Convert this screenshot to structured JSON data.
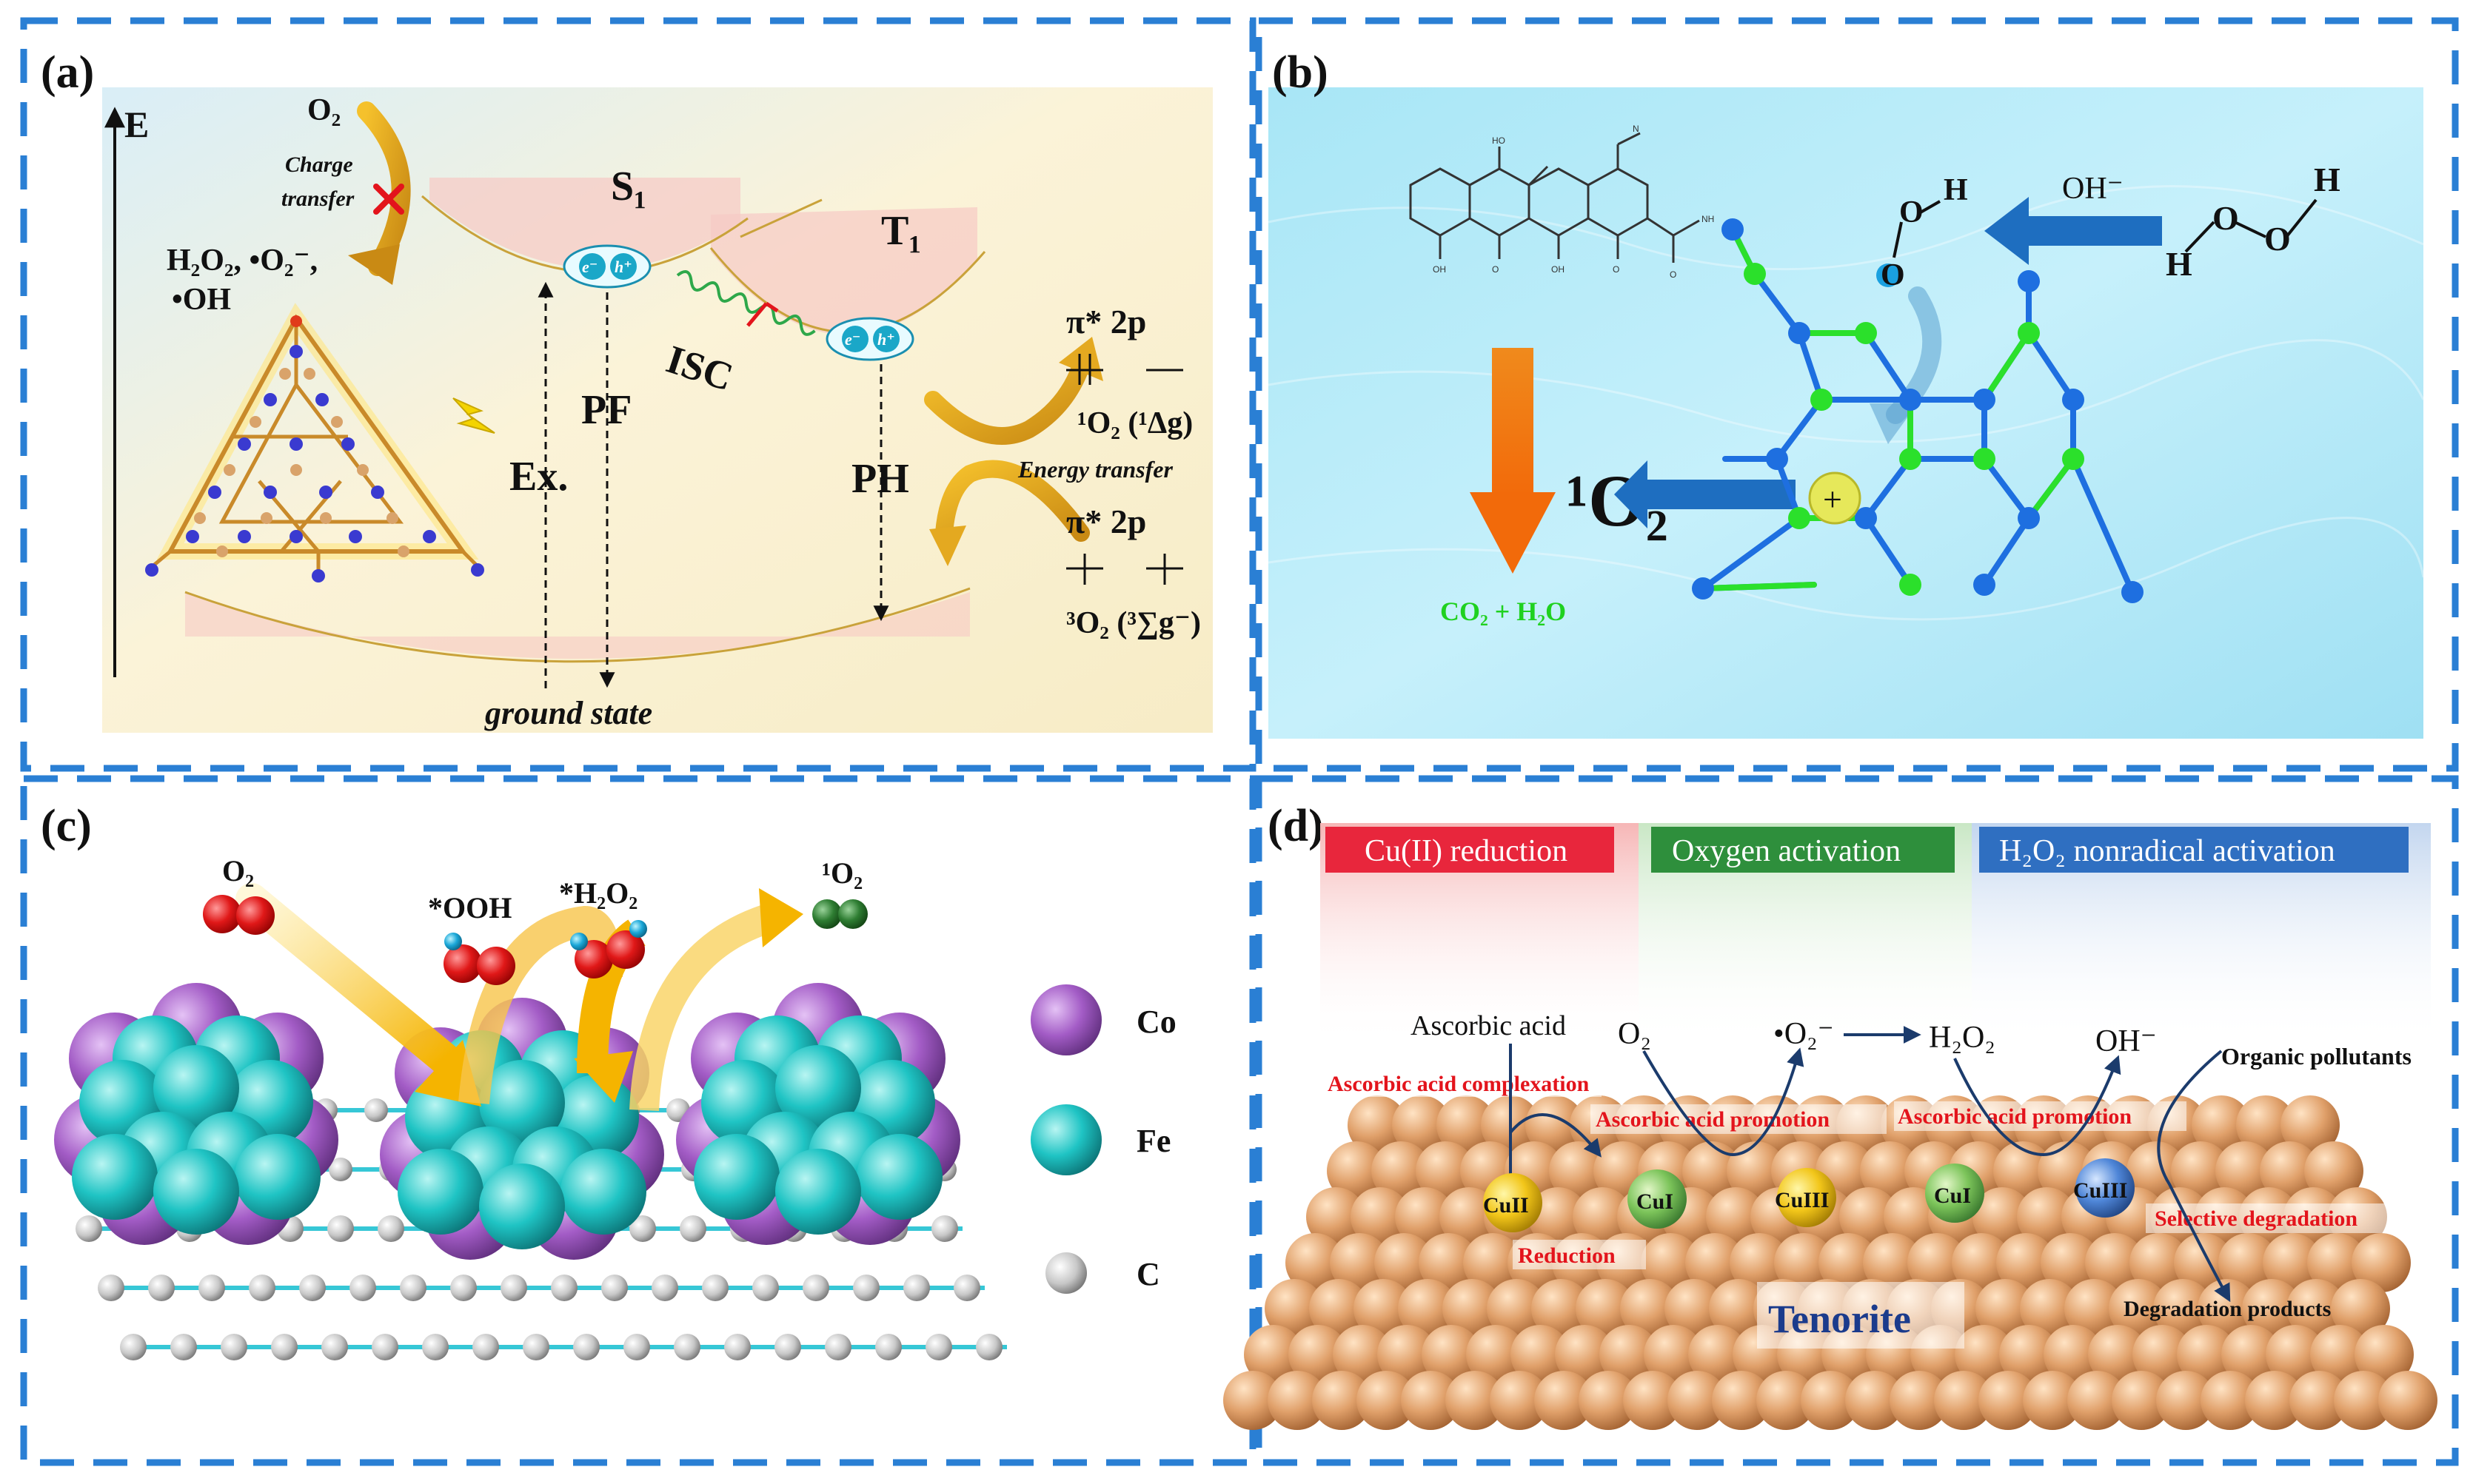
{
  "panels": {
    "a": {
      "label": "(a)",
      "axis_label": "E",
      "o2": "O₂",
      "charge_transfer_1": "Charge",
      "charge_transfer_2": "transfer",
      "ros_line1": "H₂O₂, •O₂⁻,",
      "ros_line2": "•OH",
      "s1": "S₁",
      "t1": "T₁",
      "isc": "ISC",
      "ex": "Ex.",
      "pf": "PF",
      "ph": "PH",
      "pi_top": "π* 2p",
      "singlet_o2": "¹O₂ (¹Δg)",
      "energy_transfer": "Energy transfer",
      "pi_bottom": "π* 2p",
      "triplet_o2": "³O₂ (³∑g⁻)",
      "ground_state": "ground state",
      "electron": "e⁻",
      "hole": "h⁺"
    },
    "b": {
      "label": "(b)",
      "oh_minus": "OH⁻",
      "h2o2_h1": "H",
      "h2o2_o1": "O",
      "h2o2_o2": "O",
      "h2o2_h2": "H",
      "ooh_o1": "O",
      "ooh_o2": "O",
      "ooh_h": "H",
      "singlet": "¹O₂",
      "products": "CO₂ + H₂O"
    },
    "c": {
      "label": "(c)",
      "o2": "O₂",
      "ooh": "*OOH",
      "h2o2": "*H₂O₂",
      "singlet": "¹O₂",
      "legend": [
        {
          "name": "Co",
          "color": "#a35cc6"
        },
        {
          "name": "Fe",
          "color": "#1fc4c4"
        },
        {
          "name": "C",
          "color": "#bdbdbd"
        }
      ]
    },
    "d": {
      "label": "(d)",
      "headers": [
        {
          "text": "Cu(II) reduction",
          "color": "#e8263c"
        },
        {
          "text": "Oxygen activation",
          "color": "#2e8f3c"
        },
        {
          "text": "H₂O₂ nonradical activation",
          "color": "#2f6fc1"
        }
      ],
      "ascorbic_acid": "Ascorbic acid",
      "o2": "O₂",
      "superoxide": "•O₂⁻",
      "h2o2": "H₂O₂",
      "oh_minus": "OH⁻",
      "organic_pollutants": "Organic pollutants",
      "complexation": "Ascorbic acid complexation",
      "promotion_1": "Ascorbic acid promotion",
      "promotion_2": "Ascorbic acid promotion",
      "selective": "Selective degradation",
      "reduction": "Reduction",
      "degradation_products": "Degradation products",
      "tenorite": "Tenorite",
      "cu_sites": [
        "CuII",
        "CuI",
        "CuIII",
        "CuI",
        "CuIII"
      ]
    }
  }
}
